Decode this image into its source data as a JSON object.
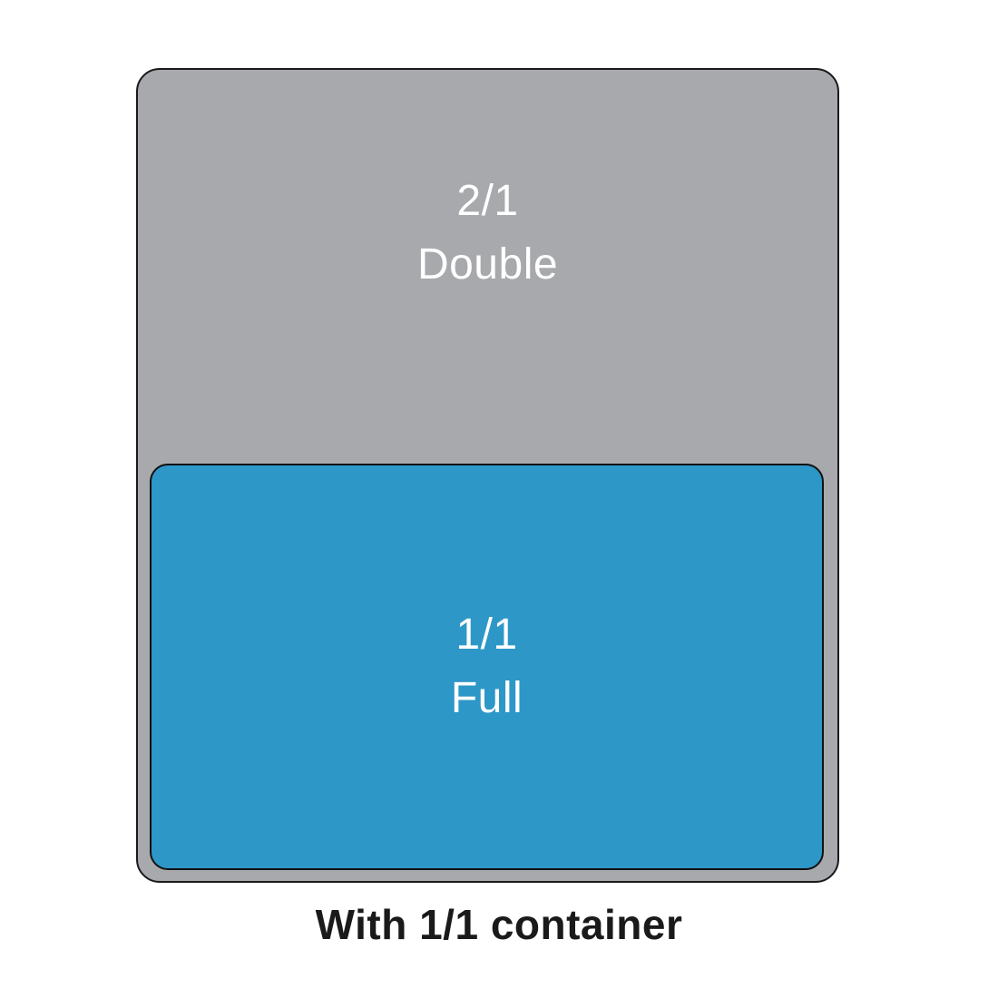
{
  "diagram": {
    "outer_pan": {
      "size_label": "2/1",
      "name_label": "Double",
      "fill_color": "#a7a9ac"
    },
    "inner_pan": {
      "size_label": "1/1",
      "name_label": "Full",
      "fill_color": "#2d97c8"
    },
    "caption": "With 1/1 container",
    "colors": {
      "outline": "#1a1a1a",
      "label_text": "#ffffff",
      "caption_text": "#1a1a1a",
      "background": "#ffffff"
    }
  }
}
